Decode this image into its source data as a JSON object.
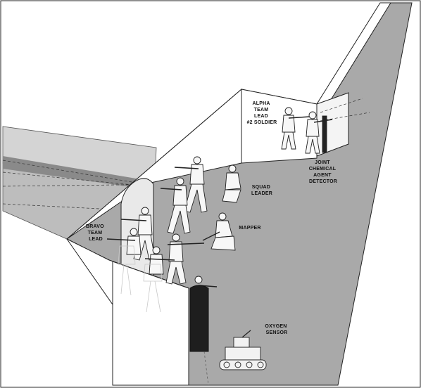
{
  "labels": {
    "alpha_team_lead": [
      "ALPHA",
      "TEAM",
      "LEAD",
      "#2 SOLDIER"
    ],
    "joint_chemical_agent_detector": [
      "JOINT",
      "CHEMICAL",
      "AGENT",
      "DETECTOR"
    ],
    "squad_leader": [
      "SQUAD",
      "LEADER"
    ],
    "mapper": [
      "MAPPER"
    ],
    "bravo_team_lead": [
      "BRAVO",
      "TEAM",
      "LEAD"
    ],
    "oxygen_sensor": [
      "OXYGEN",
      "SENSOR"
    ]
  },
  "colors": {
    "floor": "#a9a9a9",
    "tunnel_wall": "#d4d4d4",
    "tunnel_floor": "#bdbdbd",
    "tunnel_stripe": "#8a8a8a",
    "shield": "#1e1e1e",
    "outline": "#222222",
    "soldier_fill": "#f7f7f7",
    "ghost": "#c8c8c8"
  }
}
